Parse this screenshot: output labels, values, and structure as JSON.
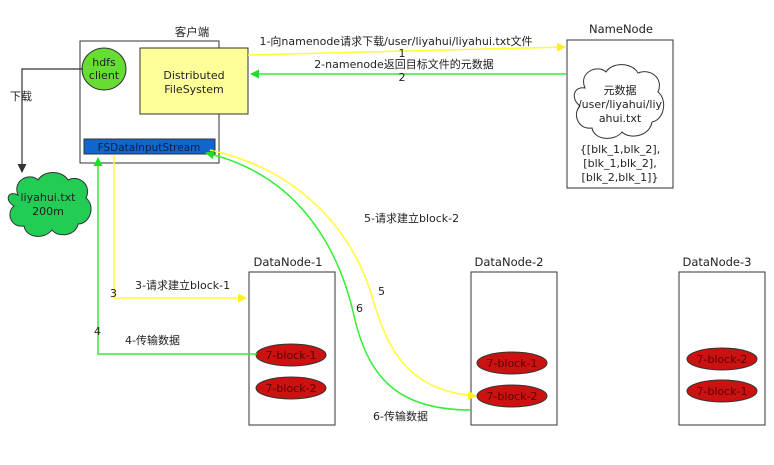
{
  "client": {
    "title": "客户端",
    "hdfs_client": [
      "hdfs",
      "client"
    ],
    "distributed_fs": [
      "Distributed",
      "FileSystem"
    ],
    "input_stream": "FSDataInputStream"
  },
  "namenode": {
    "title": "NameNode",
    "metadata_cloud": [
      "元数据",
      "/user/liyahui/liy",
      "ahui.txt"
    ],
    "block_list": [
      "{[blk_1,blk_2],",
      "[blk_1,blk_2],",
      "[blk_2,blk_1]}"
    ]
  },
  "local_file": {
    "download_label": "下载",
    "name": [
      "liyahui.txt",
      "200m"
    ]
  },
  "datanodes": [
    {
      "title": "DataNode-1",
      "blocks": [
        "7-block-1",
        "7-block-2"
      ]
    },
    {
      "title": "DataNode-2",
      "blocks": [
        "7-block-1",
        "7-block-2"
      ]
    },
    {
      "title": "DataNode-3",
      "blocks": [
        "7-block-2",
        "7-block-1"
      ]
    }
  ],
  "steps": {
    "s1_label": "1-向namenode请求下载/user/liyahui/liyahui.txt文件",
    "s1_num": "1",
    "s2_label": "2-namenode返回目标文件的元数据",
    "s2_num": "2",
    "s3_label": "3-请求建立block-1",
    "s3_num": "3",
    "s4_label": "4-传输数据",
    "s4_num": "4",
    "s5_label": "5-请求建立block-2",
    "s5_num": "5",
    "s6_label": "6-传输数据",
    "s6_num": "6"
  },
  "colors": {
    "request_arrow": "#ffff33",
    "data_arrow": "#33ee33",
    "hdfs_client_fill": "#66dd33",
    "distributed_fs_fill": "#ffff99",
    "input_stream_fill": "#1166cc",
    "cloud_fill": "#22cc55",
    "block_fill": "#cc1111"
  }
}
